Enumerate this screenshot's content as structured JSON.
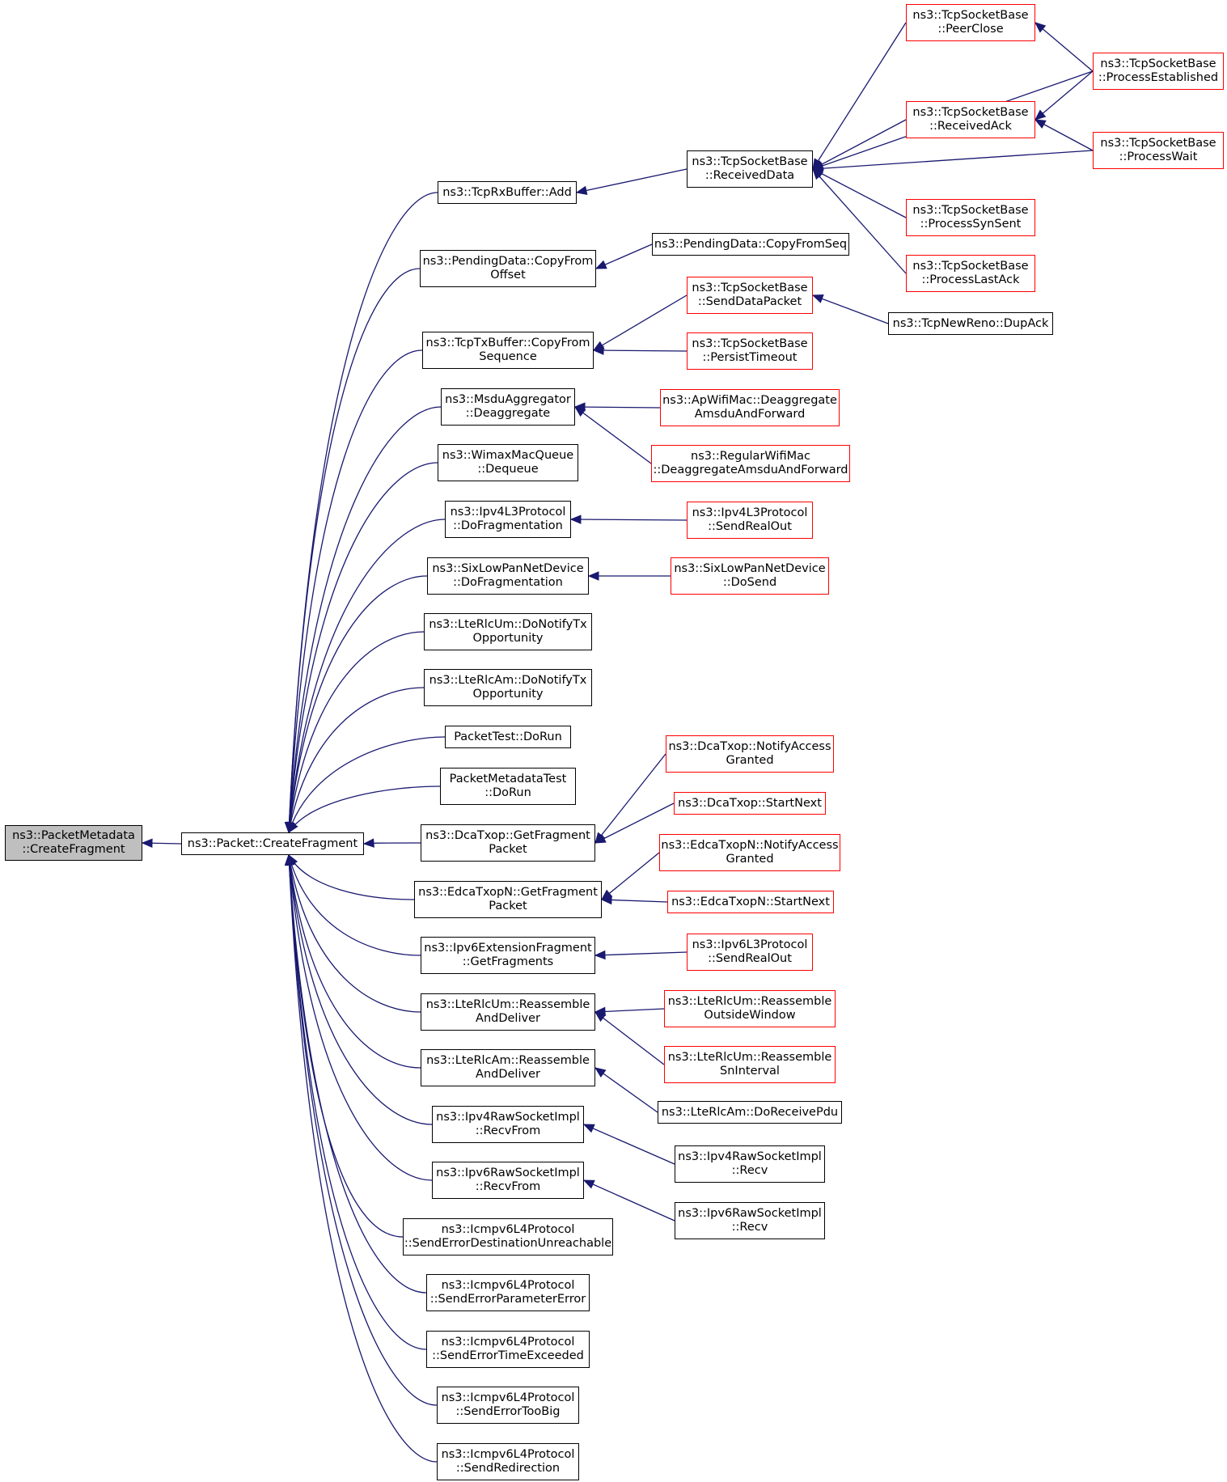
{
  "colors": {
    "edge": "#191970",
    "box_border": "#000000",
    "truncated_border": "#ff0000",
    "root_fill": "#bfbfbf",
    "background": "#ffffff"
  },
  "nodes": [
    {
      "id": "root",
      "lines": [
        "ns3::PacketMetadata",
        "::CreateFragment"
      ],
      "style": "root"
    },
    {
      "id": "create",
      "lines": [
        "ns3::Packet::CreateFragment"
      ],
      "style": "black"
    },
    {
      "id": "rxadd",
      "lines": [
        "ns3::TcpRxBuffer::Add"
      ],
      "style": "black"
    },
    {
      "id": "pdoffset",
      "lines": [
        "ns3::PendingData::CopyFrom",
        "Offset"
      ],
      "style": "black"
    },
    {
      "id": "txseq",
      "lines": [
        "ns3::TcpTxBuffer::CopyFrom",
        "Sequence"
      ],
      "style": "black"
    },
    {
      "id": "msdu",
      "lines": [
        "ns3::MsduAggregator",
        "::Deaggregate"
      ],
      "style": "black"
    },
    {
      "id": "wimax",
      "lines": [
        "ns3::WimaxMacQueue",
        "::Dequeue"
      ],
      "style": "black"
    },
    {
      "id": "ipv4frag",
      "lines": [
        "ns3::Ipv4L3Protocol",
        "::DoFragmentation"
      ],
      "style": "black"
    },
    {
      "id": "sixfrag",
      "lines": [
        "ns3::SixLowPanNetDevice",
        "::DoFragmentation"
      ],
      "style": "black"
    },
    {
      "id": "umnotify",
      "lines": [
        "ns3::LteRlcUm::DoNotifyTx",
        "Opportunity"
      ],
      "style": "black"
    },
    {
      "id": "amnotify",
      "lines": [
        "ns3::LteRlcAm::DoNotifyTx",
        "Opportunity"
      ],
      "style": "black"
    },
    {
      "id": "ptrun",
      "lines": [
        "PacketTest::DoRun"
      ],
      "style": "black"
    },
    {
      "id": "pmtrun",
      "lines": [
        "PacketMetadataTest",
        "::DoRun"
      ],
      "style": "black"
    },
    {
      "id": "dcaget",
      "lines": [
        "ns3::DcaTxop::GetFragment",
        "Packet"
      ],
      "style": "black"
    },
    {
      "id": "edcaget",
      "lines": [
        "ns3::EdcaTxopN::GetFragment",
        "Packet"
      ],
      "style": "black"
    },
    {
      "id": "ipv6ext",
      "lines": [
        "ns3::Ipv6ExtensionFragment",
        "::GetFragments"
      ],
      "style": "black"
    },
    {
      "id": "umreas",
      "lines": [
        "ns3::LteRlcUm::Reassemble",
        "AndDeliver"
      ],
      "style": "black"
    },
    {
      "id": "amreas",
      "lines": [
        "ns3::LteRlcAm::Reassemble",
        "AndDeliver"
      ],
      "style": "black"
    },
    {
      "id": "v4raw",
      "lines": [
        "ns3::Ipv4RawSocketImpl",
        "::RecvFrom"
      ],
      "style": "black"
    },
    {
      "id": "v6raw",
      "lines": [
        "ns3::Ipv6RawSocketImpl",
        "::RecvFrom"
      ],
      "style": "black"
    },
    {
      "id": "icdest",
      "lines": [
        "ns3::Icmpv6L4Protocol",
        "::SendErrorDestinationUnreachable"
      ],
      "style": "black"
    },
    {
      "id": "icparam",
      "lines": [
        "ns3::Icmpv6L4Protocol",
        "::SendErrorParameterError"
      ],
      "style": "black"
    },
    {
      "id": "ictime",
      "lines": [
        "ns3::Icmpv6L4Protocol",
        "::SendErrorTimeExceeded"
      ],
      "style": "black"
    },
    {
      "id": "icbig",
      "lines": [
        "ns3::Icmpv6L4Protocol",
        "::SendErrorTooBig"
      ],
      "style": "black"
    },
    {
      "id": "icredir",
      "lines": [
        "ns3::Icmpv6L4Protocol",
        "::SendRedirection"
      ],
      "style": "black"
    },
    {
      "id": "recvdata",
      "lines": [
        "ns3::TcpSocketBase",
        "::ReceivedData"
      ],
      "style": "black"
    },
    {
      "id": "pdseq",
      "lines": [
        "ns3::PendingData::CopyFromSeq"
      ],
      "style": "black"
    },
    {
      "id": "senddata",
      "lines": [
        "ns3::TcpSocketBase",
        "::SendDataPacket"
      ],
      "style": "red"
    },
    {
      "id": "persist",
      "lines": [
        "ns3::TcpSocketBase",
        "::PersistTimeout"
      ],
      "style": "red"
    },
    {
      "id": "apdeagg",
      "lines": [
        "ns3::ApWifiMac::Deaggregate",
        "AmsduAndForward"
      ],
      "style": "red"
    },
    {
      "id": "regdeagg",
      "lines": [
        "ns3::RegularWifiMac",
        "::DeaggregateAmsduAndForward"
      ],
      "style": "red"
    },
    {
      "id": "v4sendreal",
      "lines": [
        "ns3::Ipv4L3Protocol",
        "::SendRealOut"
      ],
      "style": "red"
    },
    {
      "id": "sixsend",
      "lines": [
        "ns3::SixLowPanNetDevice",
        "::DoSend"
      ],
      "style": "red"
    },
    {
      "id": "dcanotify",
      "lines": [
        "ns3::DcaTxop::NotifyAccess",
        "Granted"
      ],
      "style": "red"
    },
    {
      "id": "dcastart",
      "lines": [
        "ns3::DcaTxop::StartNext"
      ],
      "style": "red"
    },
    {
      "id": "edcanotify",
      "lines": [
        "ns3::EdcaTxopN::NotifyAccess",
        "Granted"
      ],
      "style": "red"
    },
    {
      "id": "edcastart",
      "lines": [
        "ns3::EdcaTxopN::StartNext"
      ],
      "style": "red"
    },
    {
      "id": "v6sendreal",
      "lines": [
        "ns3::Ipv6L3Protocol",
        "::SendRealOut"
      ],
      "style": "red"
    },
    {
      "id": "umoutside",
      "lines": [
        "ns3::LteRlcUm::Reassemble",
        "OutsideWindow"
      ],
      "style": "red"
    },
    {
      "id": "umsn",
      "lines": [
        "ns3::LteRlcUm::Reassemble",
        "SnInterval"
      ],
      "style": "red"
    },
    {
      "id": "amrecv",
      "lines": [
        "ns3::LteRlcAm::DoReceivePdu"
      ],
      "style": "black"
    },
    {
      "id": "v4recv",
      "lines": [
        "ns3::Ipv4RawSocketImpl",
        "::Recv"
      ],
      "style": "black"
    },
    {
      "id": "v6recv",
      "lines": [
        "ns3::Ipv6RawSocketImpl",
        "::Recv"
      ],
      "style": "black"
    },
    {
      "id": "peerclose",
      "lines": [
        "ns3::TcpSocketBase",
        "::PeerClose"
      ],
      "style": "red"
    },
    {
      "id": "recvack",
      "lines": [
        "ns3::TcpSocketBase",
        "::ReceivedAck"
      ],
      "style": "red"
    },
    {
      "id": "synsent",
      "lines": [
        "ns3::TcpSocketBase",
        "::ProcessSynSent"
      ],
      "style": "red"
    },
    {
      "id": "lastack",
      "lines": [
        "ns3::TcpSocketBase",
        "::ProcessLastAck"
      ],
      "style": "red"
    },
    {
      "id": "dupack",
      "lines": [
        "ns3::TcpNewReno::DupAck"
      ],
      "style": "black"
    },
    {
      "id": "procest",
      "lines": [
        "ns3::TcpSocketBase",
        "::ProcessEstablished"
      ],
      "style": "red"
    },
    {
      "id": "procwait",
      "lines": [
        "ns3::TcpSocketBase",
        "::ProcessWait"
      ],
      "style": "red"
    }
  ],
  "edges": [
    {
      "from": "create",
      "to": "root"
    },
    {
      "from": "rxadd",
      "to": "create"
    },
    {
      "from": "pdoffset",
      "to": "create"
    },
    {
      "from": "txseq",
      "to": "create"
    },
    {
      "from": "msdu",
      "to": "create"
    },
    {
      "from": "wimax",
      "to": "create"
    },
    {
      "from": "ipv4frag",
      "to": "create"
    },
    {
      "from": "sixfrag",
      "to": "create"
    },
    {
      "from": "umnotify",
      "to": "create"
    },
    {
      "from": "amnotify",
      "to": "create"
    },
    {
      "from": "ptrun",
      "to": "create"
    },
    {
      "from": "pmtrun",
      "to": "create"
    },
    {
      "from": "dcaget",
      "to": "create"
    },
    {
      "from": "edcaget",
      "to": "create"
    },
    {
      "from": "ipv6ext",
      "to": "create"
    },
    {
      "from": "umreas",
      "to": "create"
    },
    {
      "from": "amreas",
      "to": "create"
    },
    {
      "from": "v4raw",
      "to": "create"
    },
    {
      "from": "v6raw",
      "to": "create"
    },
    {
      "from": "icdest",
      "to": "create"
    },
    {
      "from": "icparam",
      "to": "create"
    },
    {
      "from": "ictime",
      "to": "create"
    },
    {
      "from": "icbig",
      "to": "create"
    },
    {
      "from": "icredir",
      "to": "create"
    },
    {
      "from": "recvdata",
      "to": "rxadd"
    },
    {
      "from": "pdseq",
      "to": "pdoffset"
    },
    {
      "from": "senddata",
      "to": "txseq"
    },
    {
      "from": "persist",
      "to": "txseq"
    },
    {
      "from": "apdeagg",
      "to": "msdu"
    },
    {
      "from": "regdeagg",
      "to": "msdu"
    },
    {
      "from": "v4sendreal",
      "to": "ipv4frag"
    },
    {
      "from": "sixsend",
      "to": "sixfrag"
    },
    {
      "from": "dcanotify",
      "to": "dcaget"
    },
    {
      "from": "dcastart",
      "to": "dcaget"
    },
    {
      "from": "edcanotify",
      "to": "edcaget"
    },
    {
      "from": "edcastart",
      "to": "edcaget"
    },
    {
      "from": "v6sendreal",
      "to": "ipv6ext"
    },
    {
      "from": "umoutside",
      "to": "umreas"
    },
    {
      "from": "umsn",
      "to": "umreas"
    },
    {
      "from": "amrecv",
      "to": "amreas"
    },
    {
      "from": "v4recv",
      "to": "v4raw"
    },
    {
      "from": "v6recv",
      "to": "v6raw"
    },
    {
      "from": "peerclose",
      "to": "recvdata"
    },
    {
      "from": "procest",
      "to": "recvdata"
    },
    {
      "from": "recvack",
      "to": "recvdata"
    },
    {
      "from": "procwait",
      "to": "recvdata"
    },
    {
      "from": "synsent",
      "to": "recvdata"
    },
    {
      "from": "lastack",
      "to": "recvdata"
    },
    {
      "from": "dupack",
      "to": "senddata"
    },
    {
      "from": "procest",
      "to": "peerclose"
    },
    {
      "from": "procest",
      "to": "recvack"
    },
    {
      "from": "procwait",
      "to": "recvack"
    }
  ]
}
